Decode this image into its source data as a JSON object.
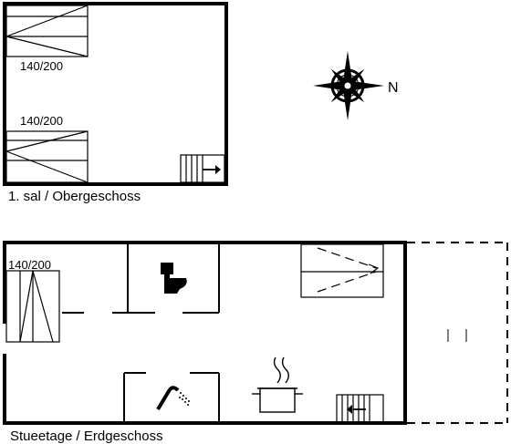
{
  "upper_floor": {
    "caption": "1. sal / Obergeschoss",
    "bed_top_label": "140/200",
    "bed_bottom_label": "140/200"
  },
  "ground_floor": {
    "caption": "Stueetage / Erdgeschoss",
    "bed_label": "140/200"
  },
  "compass": {
    "north_label": "N"
  }
}
